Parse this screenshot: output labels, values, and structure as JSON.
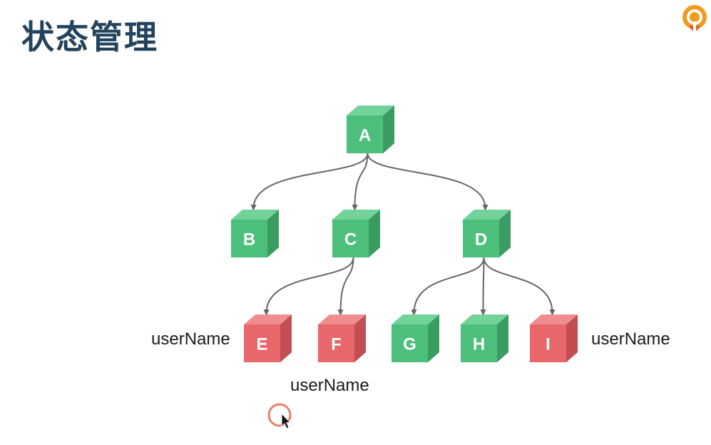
{
  "title": "状态管理",
  "colors": {
    "green_front": "#4dbf7c",
    "green_top": "#72d39a",
    "green_side": "#3a9c61",
    "red_front": "#e8676b",
    "red_top": "#f08d8f",
    "red_side": "#c24d52",
    "edge": "#666666",
    "title": "#23435c"
  },
  "tree": {
    "nodes": [
      {
        "id": "A",
        "label": "A",
        "state": "green"
      },
      {
        "id": "B",
        "label": "B",
        "state": "green"
      },
      {
        "id": "C",
        "label": "C",
        "state": "green"
      },
      {
        "id": "D",
        "label": "D",
        "state": "green"
      },
      {
        "id": "E",
        "label": "E",
        "state": "red"
      },
      {
        "id": "F",
        "label": "F",
        "state": "red"
      },
      {
        "id": "G",
        "label": "G",
        "state": "green"
      },
      {
        "id": "H",
        "label": "H",
        "state": "green"
      },
      {
        "id": "I",
        "label": "I",
        "state": "red"
      }
    ],
    "edges": [
      [
        "A",
        "B"
      ],
      [
        "A",
        "C"
      ],
      [
        "A",
        "D"
      ],
      [
        "C",
        "E"
      ],
      [
        "C",
        "F"
      ],
      [
        "D",
        "G"
      ],
      [
        "D",
        "H"
      ],
      [
        "D",
        "I"
      ]
    ]
  },
  "annotations": {
    "e_label": "userName",
    "f_label": "userName",
    "i_label": "userName"
  },
  "icons": {
    "logo": "orange-mascot-logo",
    "cursor": "mouse-pointer-icon"
  }
}
